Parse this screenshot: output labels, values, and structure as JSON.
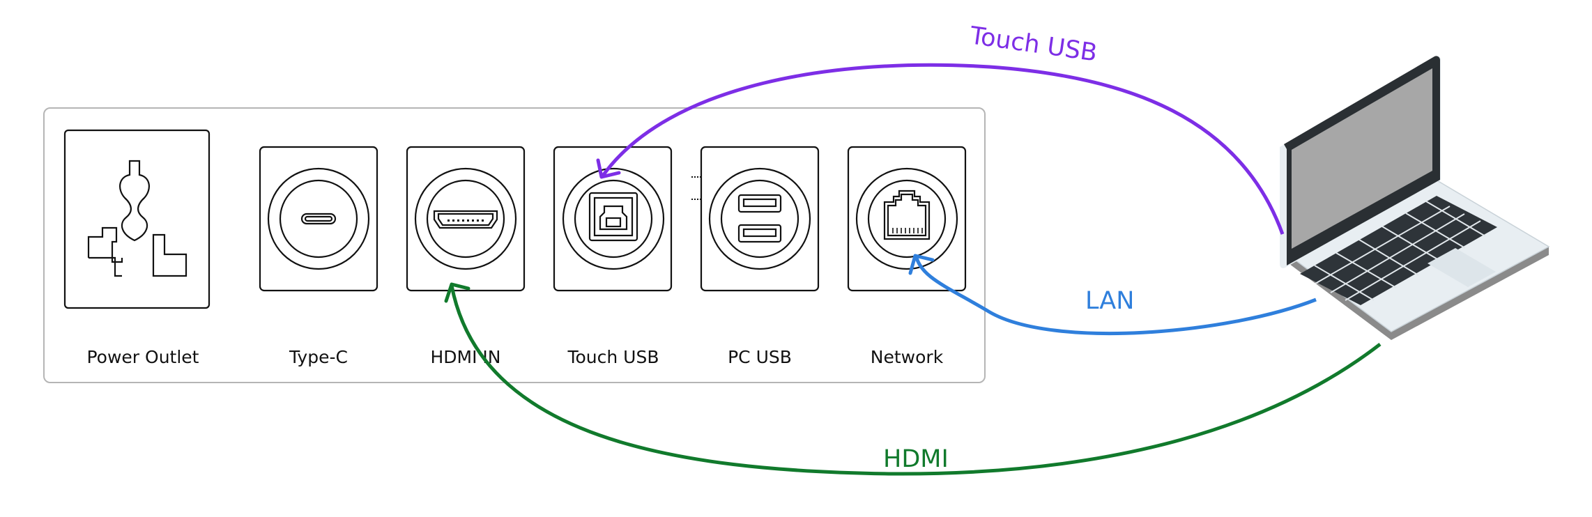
{
  "panel": {
    "ports": [
      {
        "label": "Power Outlet",
        "icon": "power-outlet-icon"
      },
      {
        "label": "Type-C",
        "icon": "usb-c-port-icon"
      },
      {
        "label": "HDMI IN",
        "icon": "hdmi-port-icon"
      },
      {
        "label": "Touch USB",
        "icon": "usb-b-port-icon"
      },
      {
        "label": "PC USB",
        "icon": "usb-a-port-icon"
      },
      {
        "label": "Network",
        "icon": "rj45-port-icon"
      }
    ]
  },
  "cables": {
    "touch_usb": {
      "label": "Touch USB",
      "color": "#7d2ee6"
    },
    "lan": {
      "label": "LAN",
      "color": "#2f7fdc"
    },
    "hdmi": {
      "label": "HDMI",
      "color": "#117a2c"
    }
  },
  "device": {
    "icon": "laptop-icon"
  }
}
